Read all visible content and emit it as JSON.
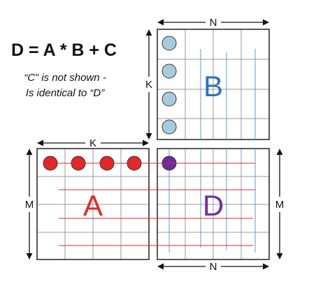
{
  "equation": "D = A * B + C",
  "note": {
    "line1": "“C” is not shown -",
    "line2": "Is identical to “D”"
  },
  "matrices": {
    "A": {
      "label": "A",
      "rows": 4,
      "cols": 4,
      "color": "#e0282a"
    },
    "B": {
      "label": "B",
      "rows": 4,
      "cols": 4,
      "color": "#2f73b6"
    },
    "D": {
      "label": "D",
      "rows": 4,
      "cols": 4,
      "color": "#7030a0"
    }
  },
  "dimensions": {
    "N_top": "N",
    "N_bottom": "N",
    "K_left": "K",
    "K_top": "K",
    "M_left": "M",
    "M_right": "M"
  },
  "colors": {
    "grid": "#9a9a9a",
    "frame": "#222222",
    "a_dot": "#e0282a",
    "b_dot": "#a7cbdc",
    "d_dot": "#6a2ca0",
    "red_line": "#e0282a",
    "blue_line": "#5b9bd5"
  }
}
